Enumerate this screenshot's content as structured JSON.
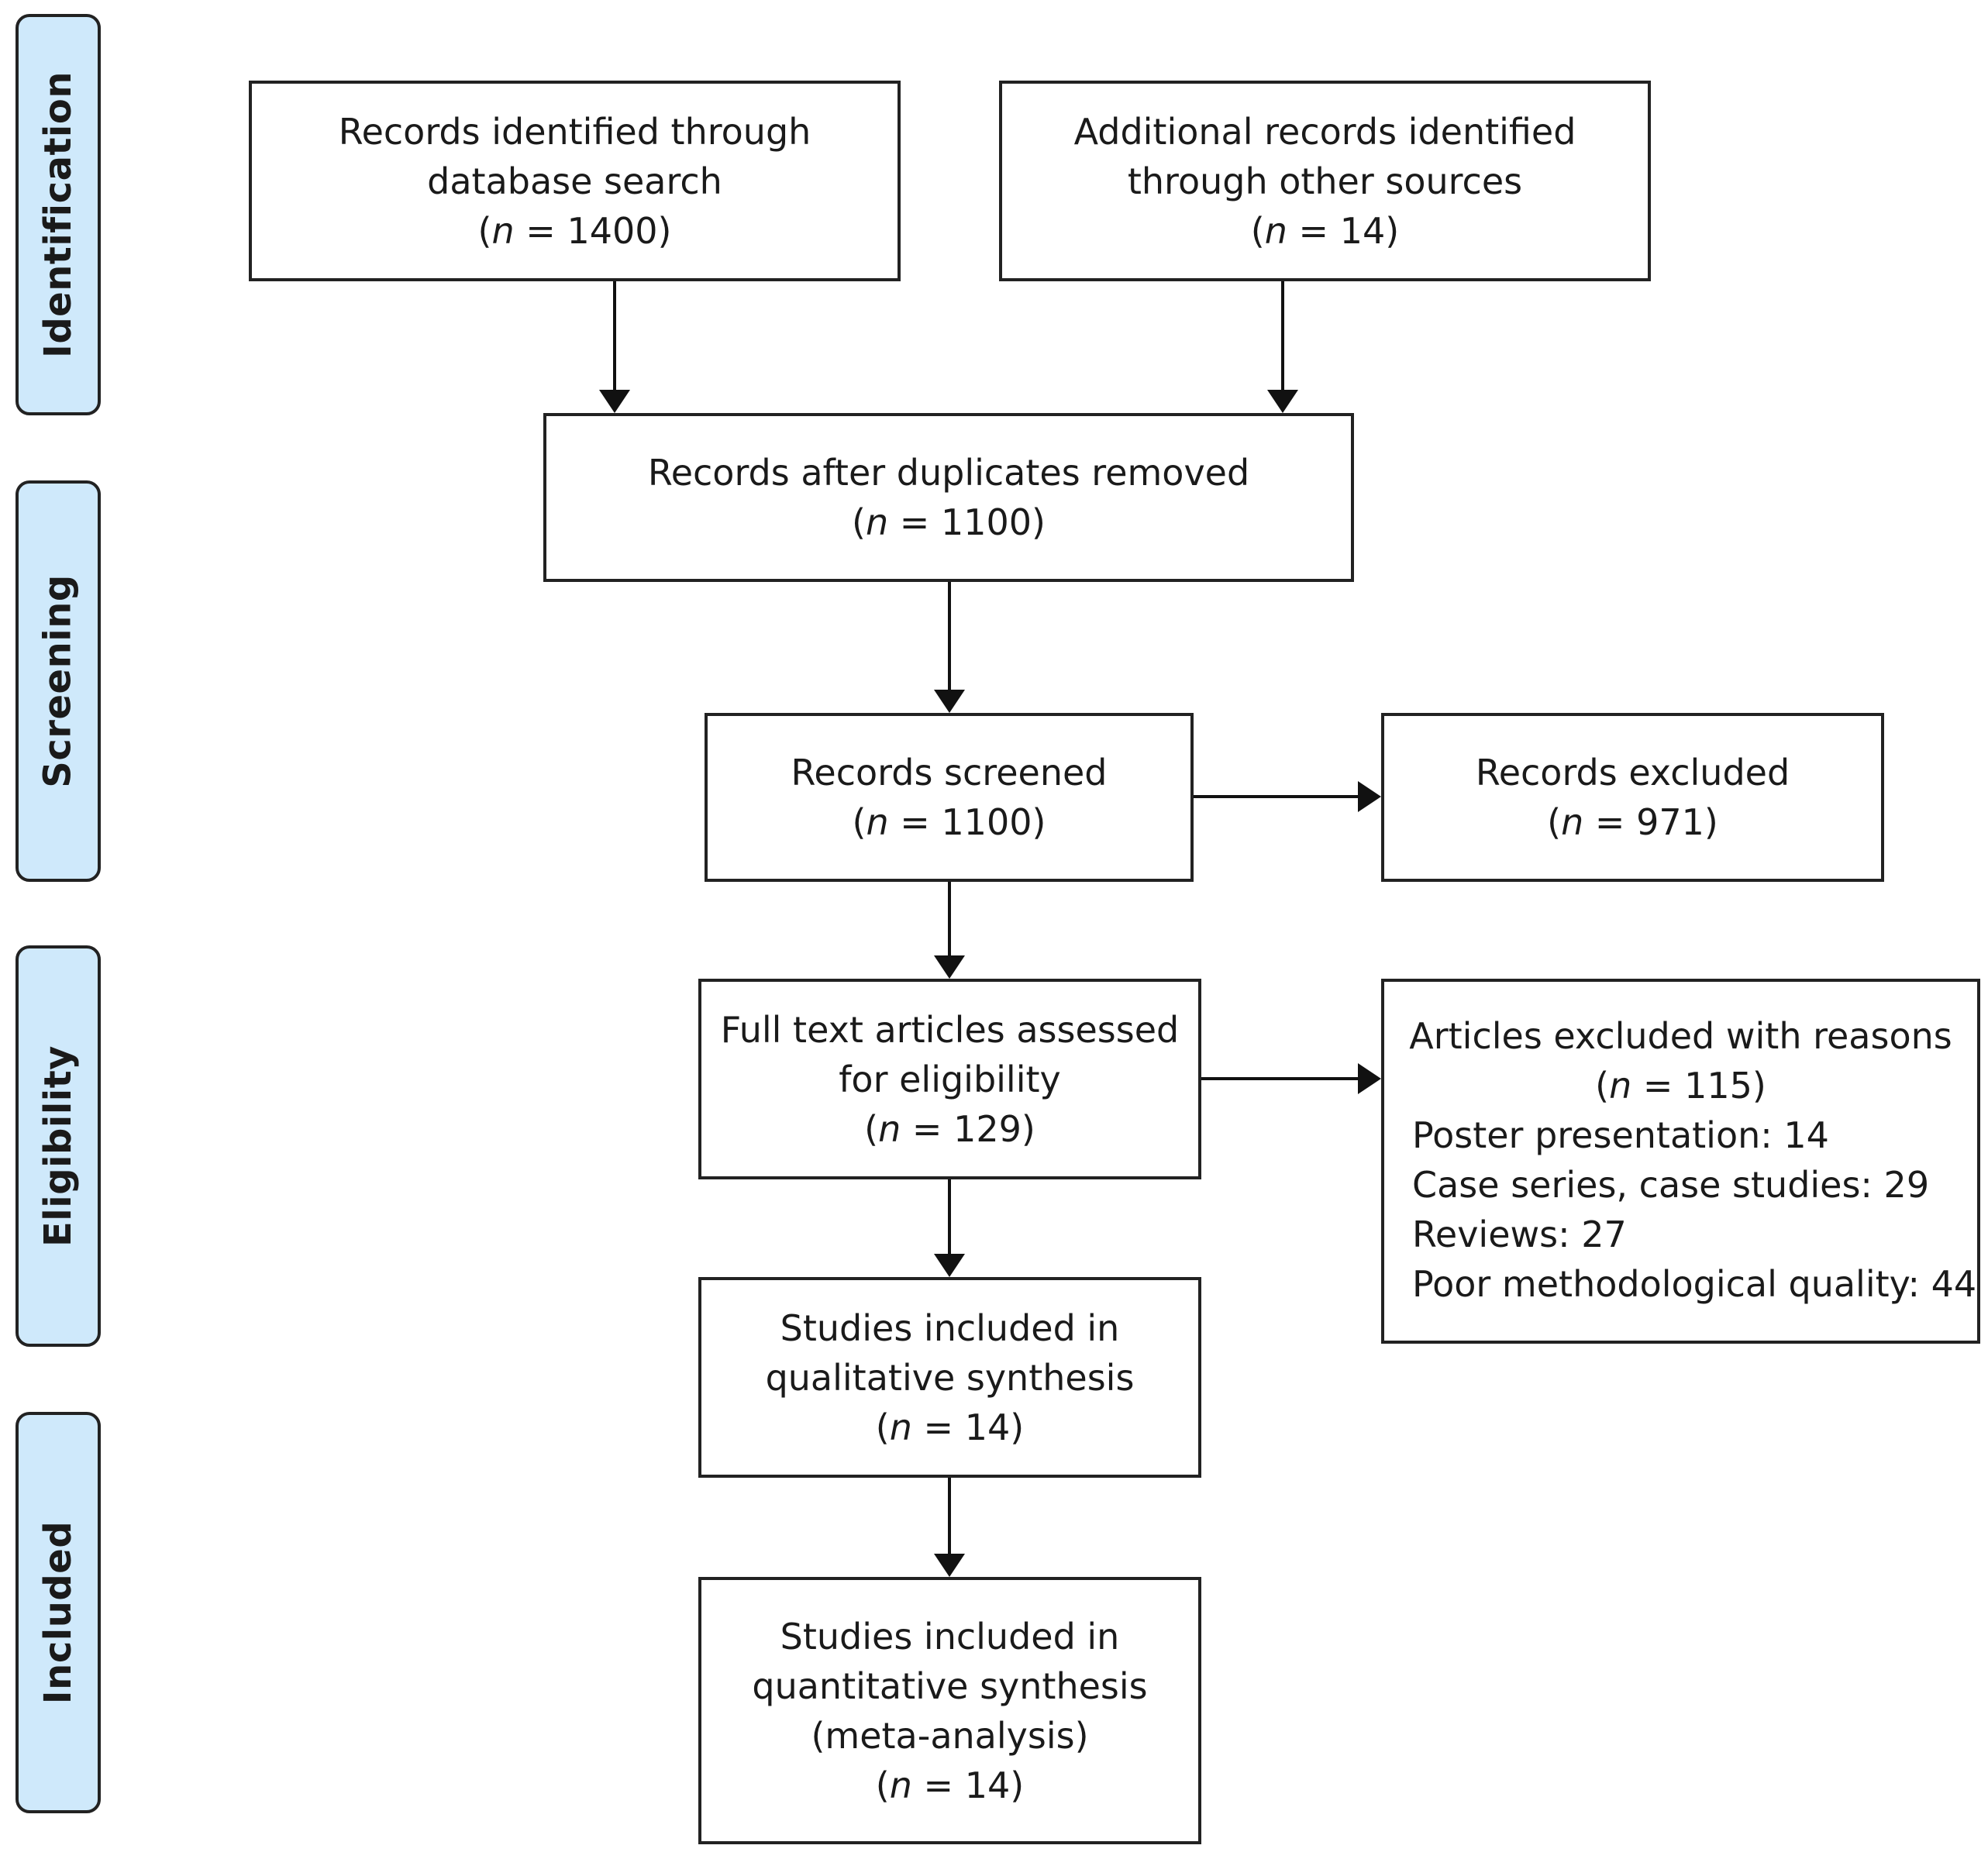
{
  "phases": {
    "identification": "Identification",
    "screening": "Screening",
    "eligibility": "Eligibility",
    "included": "Included"
  },
  "boxes": {
    "db_search": {
      "lines": [
        "Records identified through",
        "database search"
      ],
      "n": "1400"
    },
    "other_sources": {
      "lines": [
        "Additional records identified",
        "through other sources"
      ],
      "n": "14"
    },
    "duplicates_removed": {
      "lines": [
        "Records after duplicates removed"
      ],
      "n": "1100"
    },
    "screened": {
      "lines": [
        "Records screened"
      ],
      "n": "1100"
    },
    "excluded": {
      "lines": [
        "Records excluded"
      ],
      "n": "971"
    },
    "full_text": {
      "lines": [
        "Full text articles assessed",
        "for eligibility"
      ],
      "n": "129"
    },
    "excluded_reasons": {
      "lines": [
        "Articles excluded with reasons"
      ],
      "n": "115",
      "reasons": [
        "Poster presentation: 14",
        "Case series, case studies: 29",
        "Reviews: 27",
        "Poor methodological quality: 44"
      ]
    },
    "qualitative": {
      "lines": [
        "Studies included in",
        "qualitative synthesis"
      ],
      "n": "14"
    },
    "quantitative": {
      "lines": [
        "Studies included in",
        "quantitative synthesis",
        "(meta-analysis)"
      ],
      "n": "14"
    }
  },
  "n_prefix": "n",
  "n_equals": " = "
}
